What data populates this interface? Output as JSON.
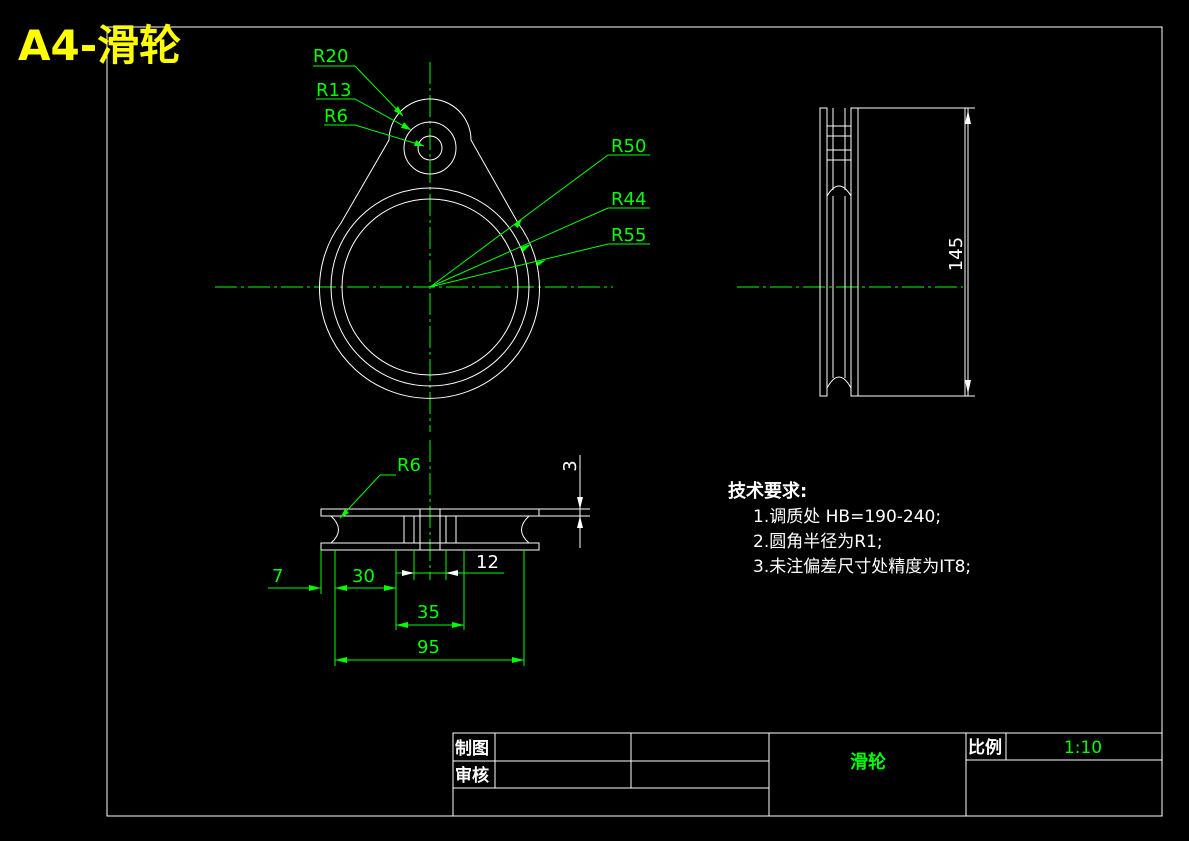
{
  "title": "A4-滑轮",
  "colors": {
    "background": "#000000",
    "outline": "#ffffff",
    "dimension": "#00ff00",
    "centerline": "#00ff00",
    "title": "#ffff00"
  },
  "front_view": {
    "radius_labels": [
      "R20",
      "R13",
      "R6",
      "R50",
      "R44",
      "R55"
    ]
  },
  "side_view": {
    "height_dim": "145"
  },
  "bottom_view": {
    "labels": [
      "R6",
      "3",
      "7",
      "30",
      "12",
      "35",
      "95"
    ]
  },
  "tech_requirements": {
    "heading": "技术要求:",
    "items": [
      "1.调质处  HB=190-240;",
      "2.圆角半径为R1;",
      "3.未注偏差尺寸处精度为IT8;"
    ]
  },
  "title_block": {
    "drawn_label": "制图",
    "checked_label": "审核",
    "part_name": "滑轮",
    "scale_label": "比例",
    "scale_value": "1:10"
  }
}
